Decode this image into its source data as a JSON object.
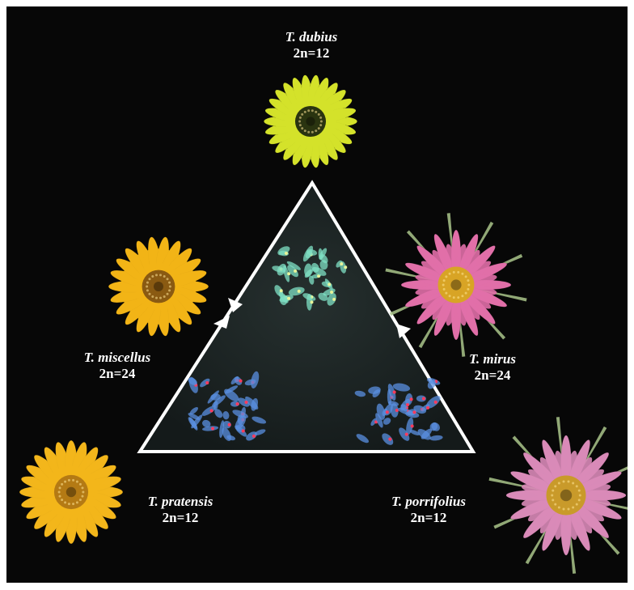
{
  "species": {
    "dubius": {
      "name": "T. dubius",
      "ploidy": "2n=12",
      "flower_color": "#d4e22a",
      "center_color": "#2a3410"
    },
    "miscellus": {
      "name": "T. miscellus",
      "ploidy": "2n=24",
      "flower_color": "#f2b416",
      "center_color": "#8a5a12"
    },
    "mirus": {
      "name": "T. mirus",
      "ploidy": "2n=24",
      "flower_color": "#e16fa8",
      "center_color": "#d8a425"
    },
    "pratensis": {
      "name": "T. pratensis",
      "ploidy": "2n=12",
      "flower_color": "#f3b61b",
      "center_color": "#b47a14"
    },
    "porrifolius": {
      "name": "T. porrifolius",
      "ploidy": "2n=12",
      "flower_color": "#d98ab8",
      "center_color": "#c99a2a"
    }
  },
  "colors": {
    "background": "#070707",
    "triangle_outline": "#ffffff",
    "triangle_fill": "#1d2524",
    "chromosome_green": "#7fe0c4",
    "chromosome_blue": "#5a8fe0",
    "probe_red": "#ff3b5c"
  }
}
